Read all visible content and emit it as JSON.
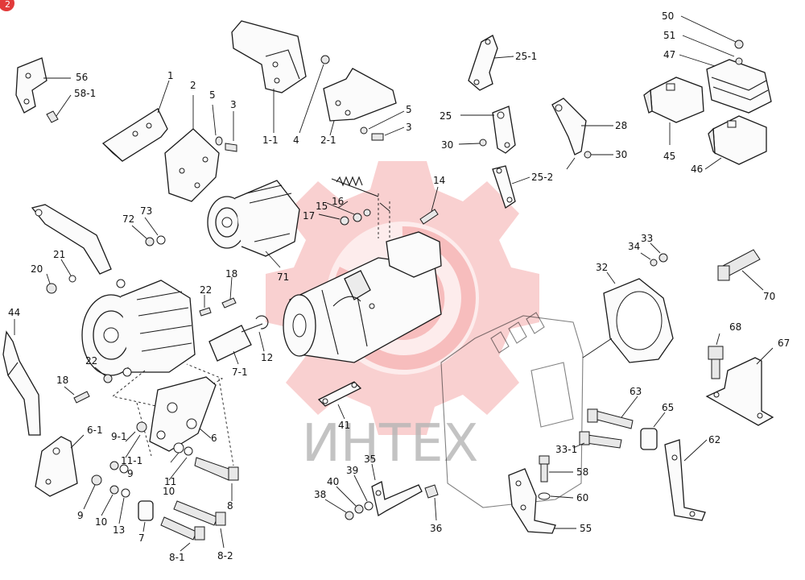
{
  "badge": "2",
  "watermark": {
    "text": "ИНТЕХ",
    "color": "#f4a9a9"
  },
  "labels": {
    "l1": "1",
    "l1_1": "1-1",
    "l2": "2",
    "l2_1": "2-1",
    "l3a": "3",
    "l3b": "3",
    "l4": "4",
    "l5a": "5",
    "l5b": "5",
    "l6": "6",
    "l6_1": "6-1",
    "l7": "7",
    "l7_1": "7-1",
    "l8": "8",
    "l8_1": "8-1",
    "l8_2": "8-2",
    "l9a": "9",
    "l9b": "9",
    "l9_1": "9-1",
    "l10a": "10",
    "l10b": "10",
    "l11": "11",
    "l11_1": "11-1",
    "l12": "12",
    "l13": "13",
    "l14": "14",
    "l15": "15",
    "l16": "16",
    "l17": "17",
    "l18a": "18",
    "l18b": "18",
    "l20": "20",
    "l21": "21",
    "l22a": "22",
    "l22b": "22",
    "l25": "25",
    "l25_1": "25-1",
    "l25_2": "25-2",
    "l28": "28",
    "l30a": "30",
    "l30b": "30",
    "l32": "32",
    "l33": "33",
    "l33_1": "33-1",
    "l34": "34",
    "l35": "35",
    "l36": "36",
    "l38": "38",
    "l39": "39",
    "l40": "40",
    "l41": "41",
    "l44": "44",
    "l45": "45",
    "l46": "46",
    "l47": "47",
    "l50": "50",
    "l51": "51",
    "l55": "55",
    "l56": "56",
    "l58": "58",
    "l58_1": "58-1",
    "l60": "60",
    "l62": "62",
    "l63": "63",
    "l65": "65",
    "l67": "67",
    "l68": "68",
    "l70": "70",
    "l71": "71",
    "l72": "72",
    "l73": "73"
  }
}
